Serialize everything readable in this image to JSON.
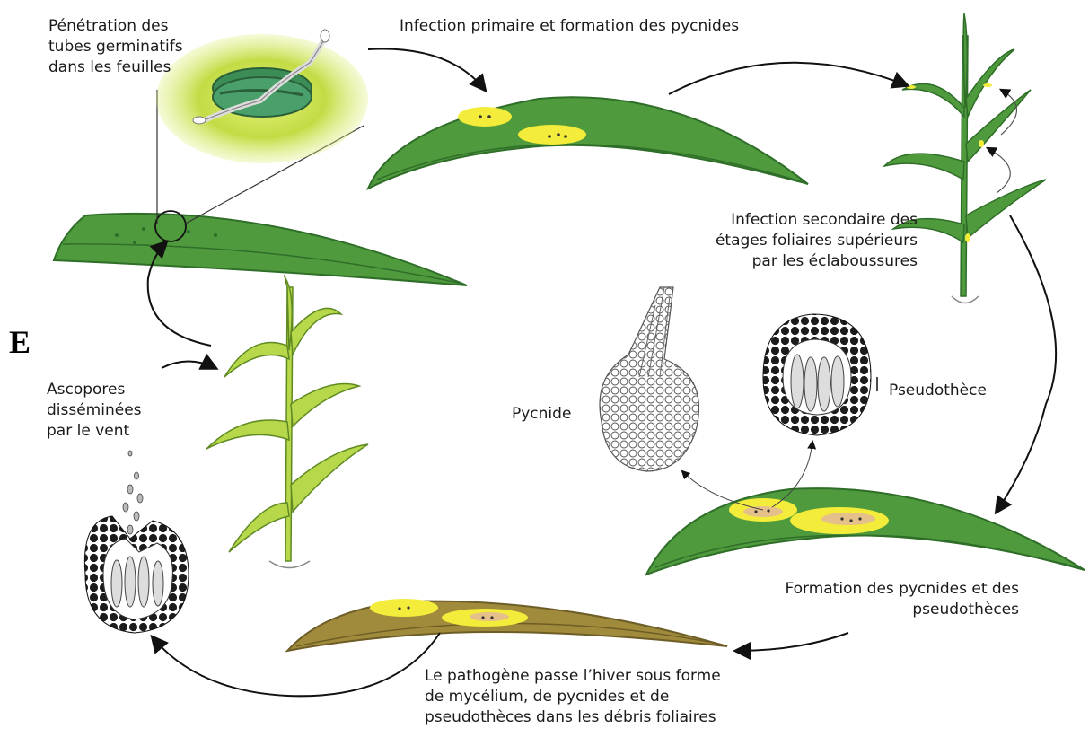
{
  "panel_letter": "E",
  "labels": {
    "penetration": [
      "Pénétration des",
      "tubes germinatifs",
      "dans les feuilles"
    ],
    "primary_infection": [
      "Infection primaire et formation des pycnides"
    ],
    "secondary_infection": [
      "Infection secondaire des",
      "étages foliaires supérieurs",
      "par les éclaboussures"
    ],
    "pycnide": [
      "Pycnide"
    ],
    "pseudotheque": [
      "Pseudothèce"
    ],
    "formation": [
      "Formation des pycnides et des",
      "pseudothèces"
    ],
    "overwinter": [
      "Le pathogène passe l’hiver sous forme",
      "de mycélium, de pycnides et de",
      "pseudothèces dans les débris foliaires"
    ],
    "ascospores": [
      "Ascopores",
      "disséminées",
      "par le vent"
    ]
  },
  "colors": {
    "leaf_green": "#4f9a3d",
    "leaf_dark": "#2f6e28",
    "lesion_yellow": "#f3ec3a",
    "plant_yellow_green": "#b6d84a",
    "debris_brown": "#a08a3b",
    "spore_black": "#222222",
    "halo_green": "#c7e04a"
  }
}
